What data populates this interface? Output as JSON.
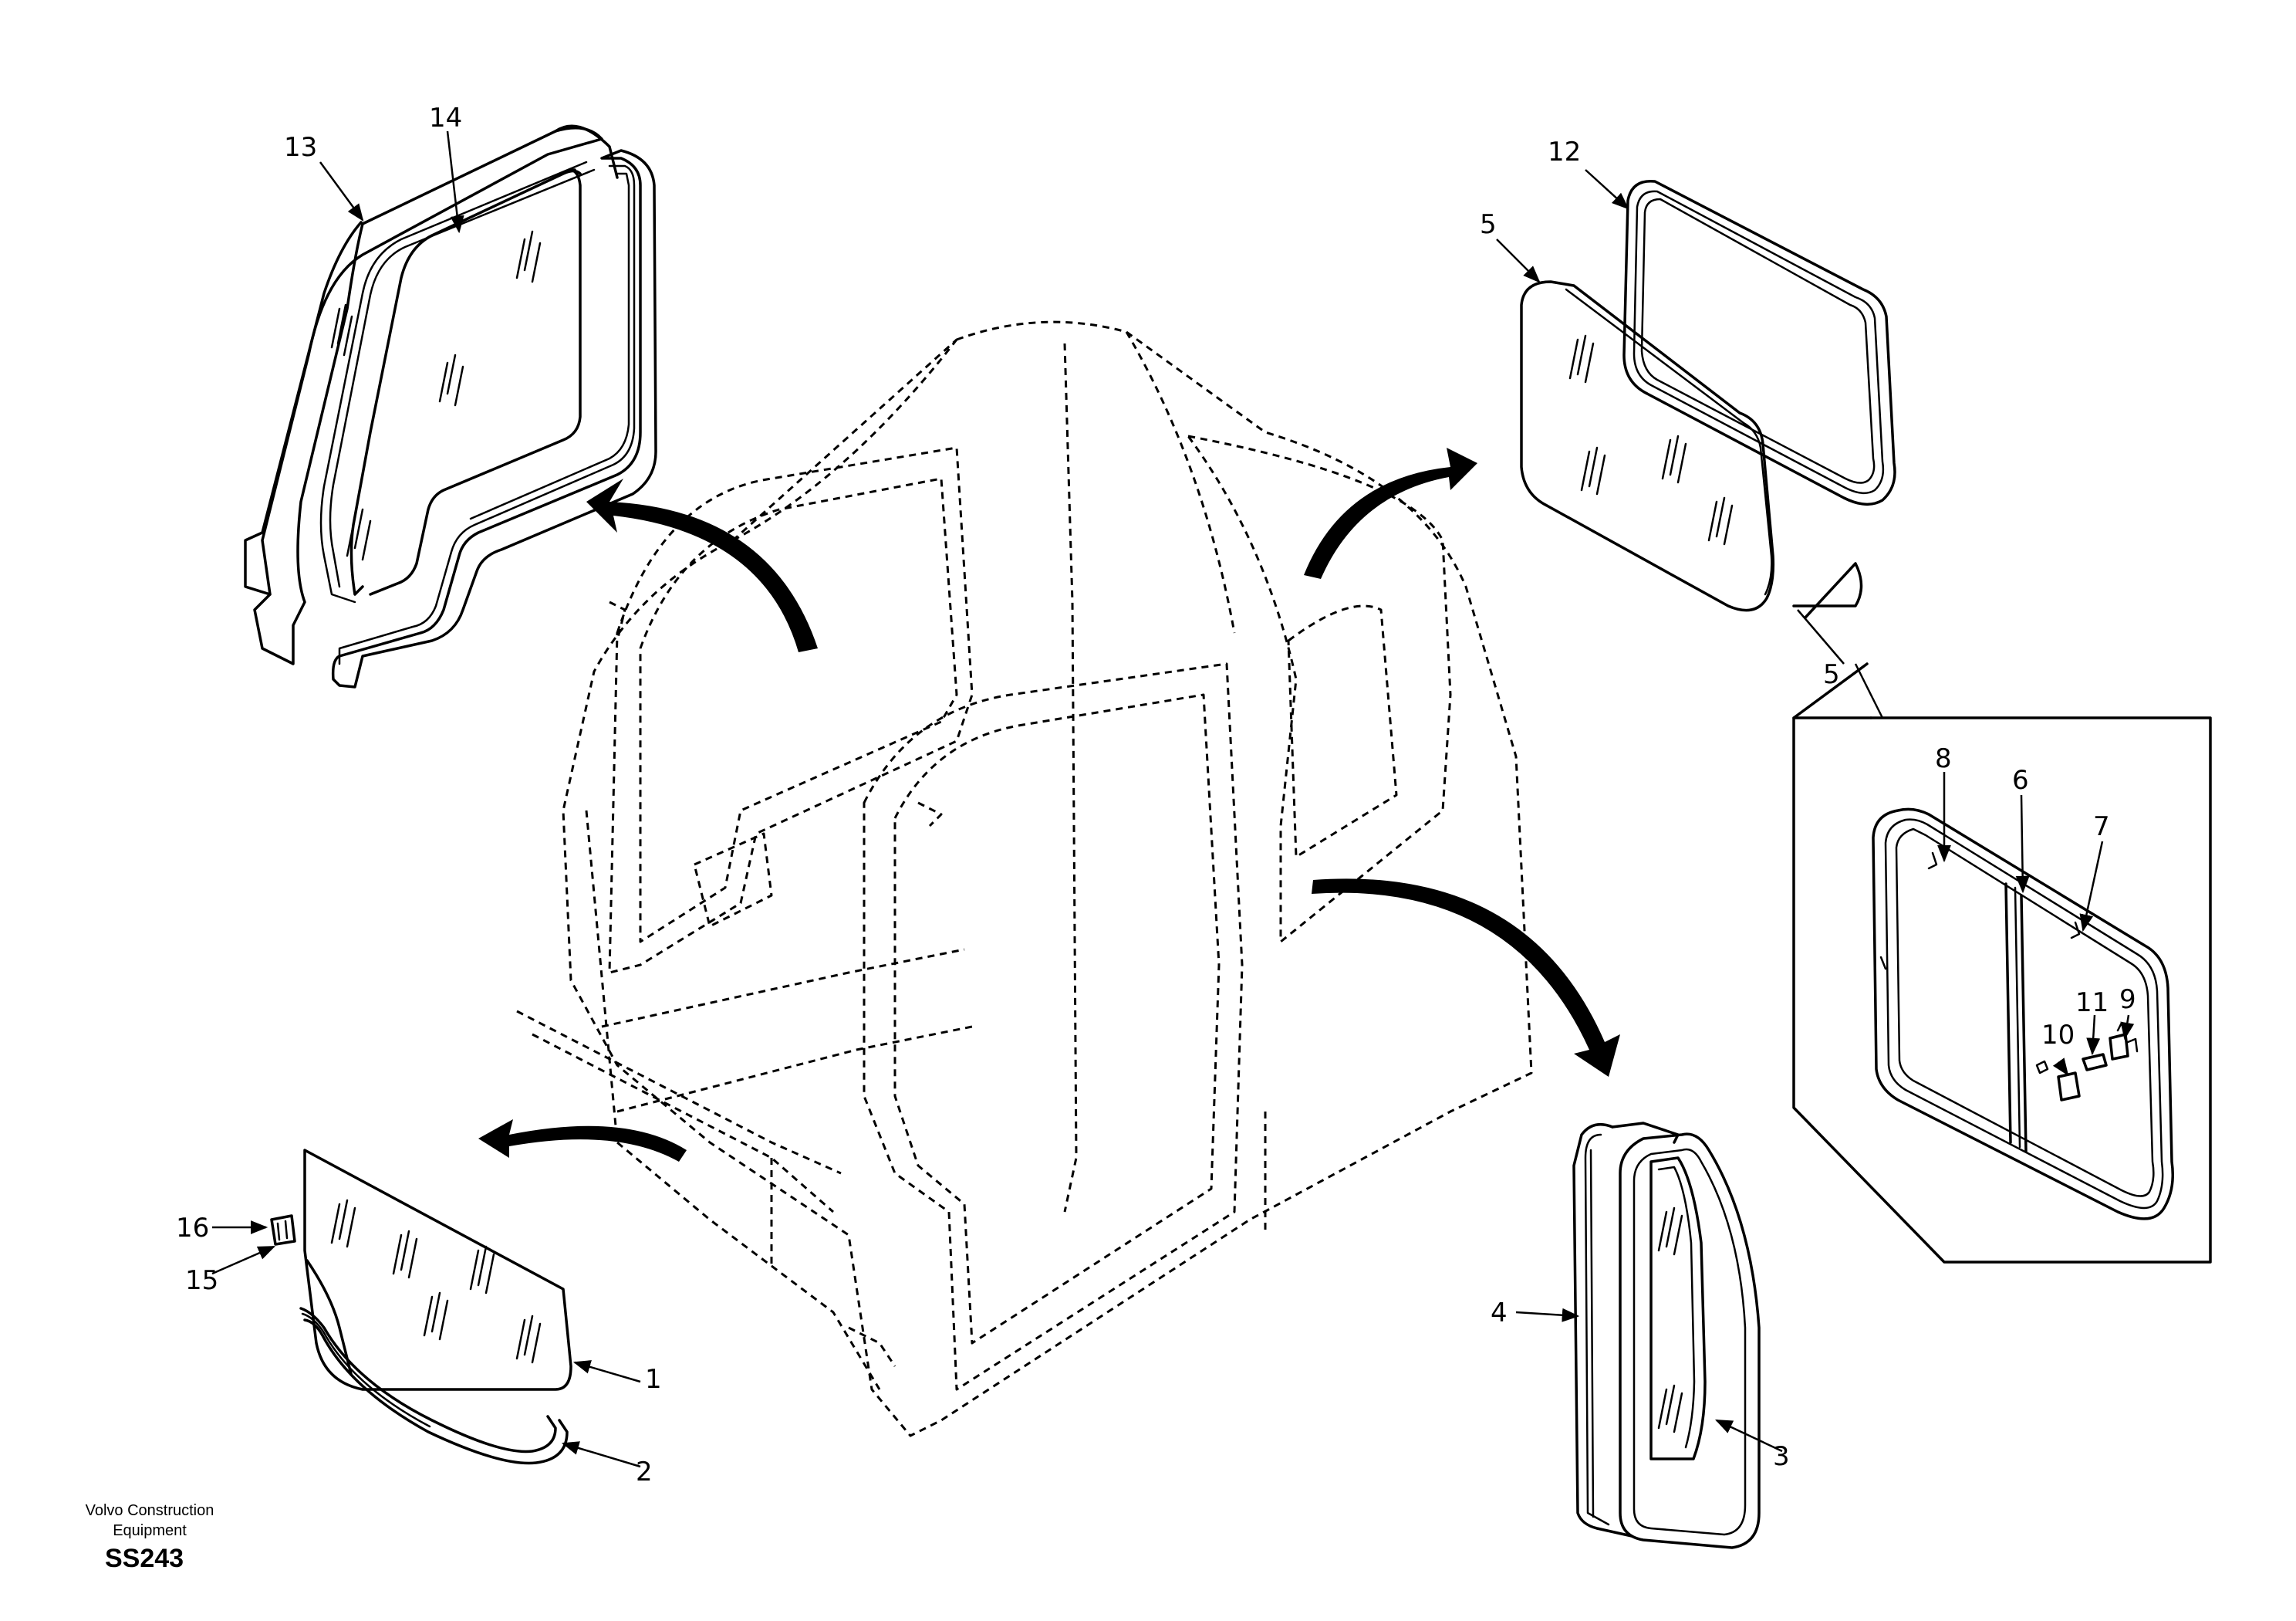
{
  "callouts": {
    "c1": "1",
    "c2": "2",
    "c3": "3",
    "c4": "4",
    "c5a": "5",
    "c5b": "5",
    "c6": "6",
    "c7": "7",
    "c8": "8",
    "c9": "9",
    "c10": "10",
    "c11": "11",
    "c12": "12",
    "c13": "13",
    "c14": "14",
    "c15": "15",
    "c16": "16"
  },
  "footer": {
    "brand_line1": "Volvo Construction",
    "brand_line2": "Equipment",
    "code": "SS243"
  },
  "colors": {
    "ink": "#000000",
    "paper": "#ffffff"
  }
}
